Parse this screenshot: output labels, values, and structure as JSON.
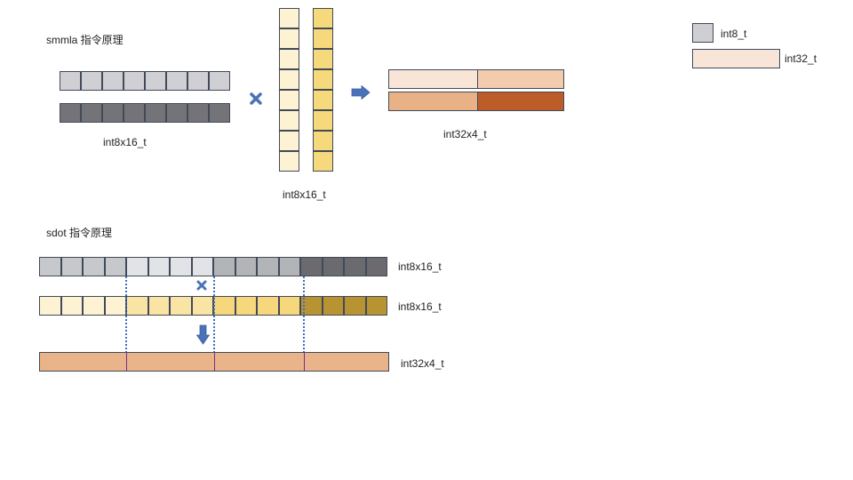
{
  "colors": {
    "int8_light": "#d0d0d4",
    "int8_dark": "#747478",
    "int8_legend": "#cfcfd3",
    "int32_legend": "#f8e5d8",
    "yellow_light": "#fdf3d3",
    "yellow_mid": "#f6d97c",
    "sdot_gray_light": "#c6c8cc",
    "sdot_gray_lighter": "#e1e3e6",
    "sdot_gray_mid": "#b2b4b8",
    "sdot_gray_dark": "#6b6b6f",
    "sdot_yellow_light": "#fdf3d3",
    "sdot_yellow_mid": "#fae4a4",
    "sdot_yellow_strong": "#f6d77c",
    "sdot_yellow_dark": "#b89332",
    "out_11": "#f8e5d8",
    "out_12": "#f2ccad",
    "out_21": "#e9b286",
    "out_22": "#bb5c29",
    "sdot_out": "#e9b48a",
    "sdot_out_divider": "#7a2e8c",
    "accent_blue": "#4a72b8"
  },
  "legend": {
    "int8_label": "int8_t",
    "int32_label": "int32_t"
  },
  "smmla": {
    "title": "smmla 指令原理",
    "a_label": "int8x16_t",
    "b_label": "int8x16_t",
    "out_label": "int32x4_t",
    "multiply_icon": "multiply-icon",
    "arrow_icon": "arrow-right-icon"
  },
  "sdot": {
    "title": "sdot 指令原理",
    "a_label": "int8x16_t",
    "b_label": "int8x16_t",
    "out_label": "int32x4_t",
    "multiply_icon": "multiply-icon",
    "arrow_icon": "arrow-down-icon"
  }
}
